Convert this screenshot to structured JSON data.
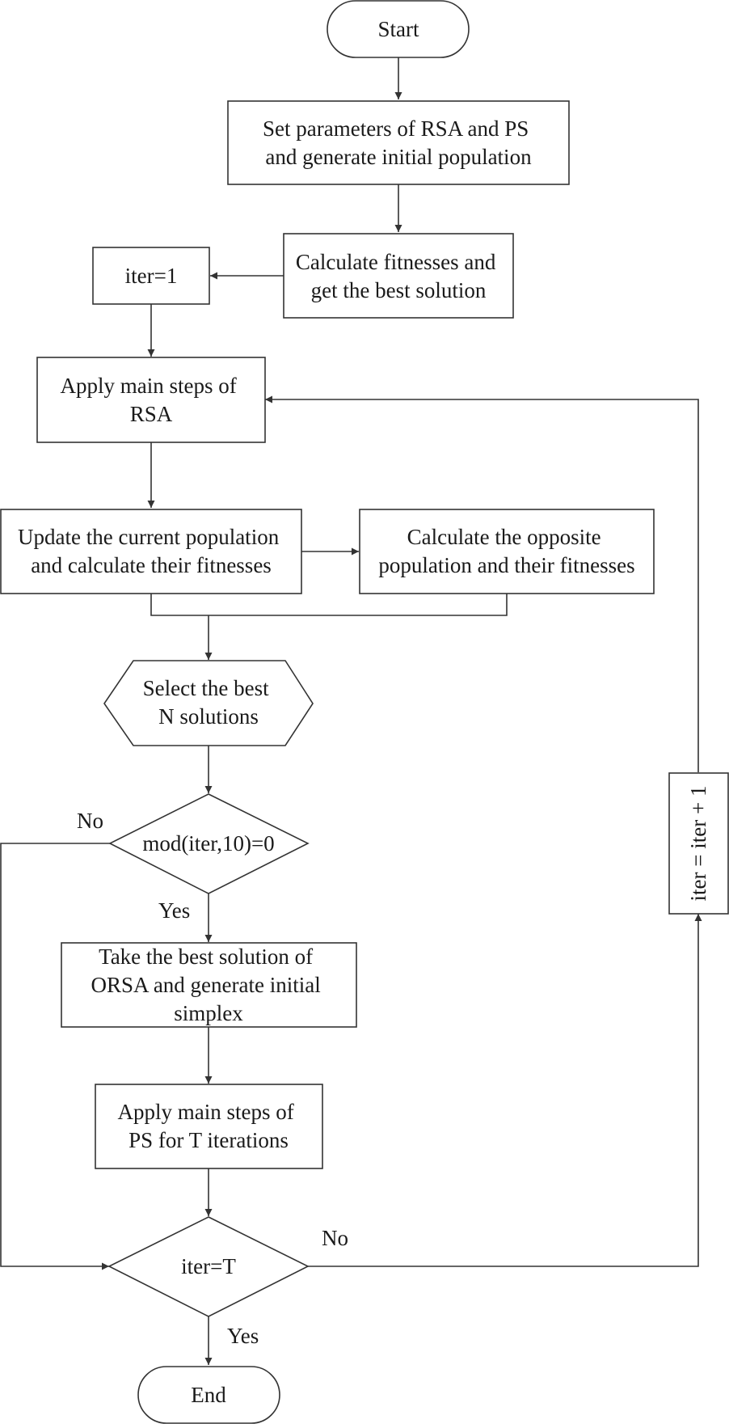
{
  "flowchart": {
    "start": "Start",
    "set_params": [
      "Set parameters of RSA and PS",
      "and generate initial population"
    ],
    "calc_fitness": [
      "Calculate fitnesses and",
      "get the best solution"
    ],
    "iter_init": "iter=1",
    "apply_rsa": [
      "Apply main steps of",
      "RSA"
    ],
    "update_pop": [
      "Update the current population",
      "and calculate their fitnesses"
    ],
    "opposite_pop": [
      "Calculate the opposite",
      "population and their fitnesses"
    ],
    "select_best": [
      "Select the best",
      "N solutions"
    ],
    "mod_check": "mod(iter,10)=0",
    "mod_no": "No",
    "mod_yes": "Yes",
    "take_best": [
      "Take the best solution of",
      "ORSA and generate initial",
      "simplex"
    ],
    "apply_ps": [
      "Apply main steps of",
      "PS for T iterations"
    ],
    "iter_check": "iter=T",
    "iter_no": "No",
    "iter_yes": "Yes",
    "end": "End",
    "iter_increment": "iter = iter + 1"
  }
}
